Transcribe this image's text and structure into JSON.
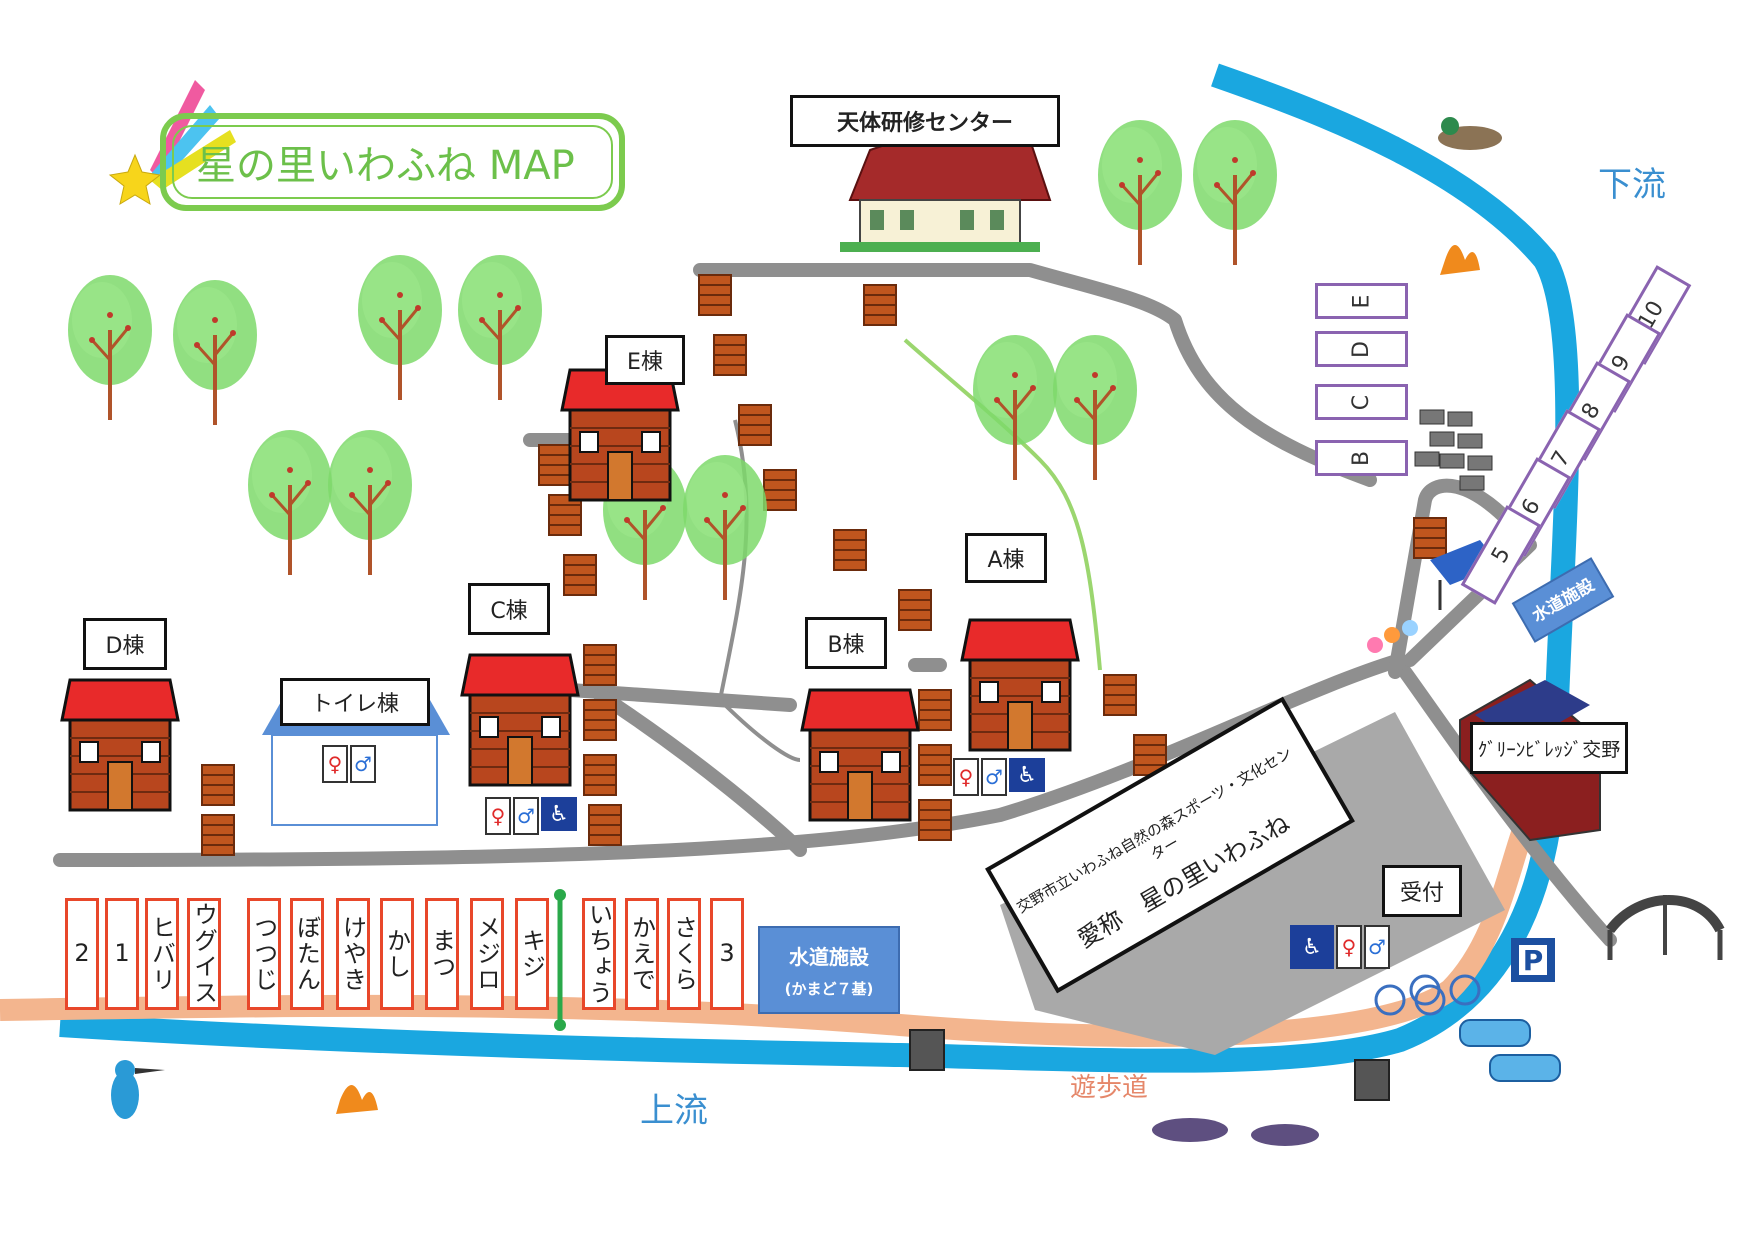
{
  "title": "星の里いわふね MAP",
  "observatory": "天体研修センター",
  "river": {
    "downstream": "下流",
    "upstream": "上流"
  },
  "walkway": "遊歩道",
  "buildings": {
    "a": "A棟",
    "b": "B棟",
    "c": "C棟",
    "d": "D棟",
    "e": "E棟",
    "toilet": "トイレ棟"
  },
  "center": {
    "line1": "交野市立いわふね自然の森スポーツ・文化センター",
    "line2": "愛称　星の里いわふね"
  },
  "reception": "受付",
  "green_village": "ｸﾞﾘｰﾝﾋﾞﾚｯｼﾞ交野",
  "water_facility_small": "水道施設",
  "water_facility_main": {
    "name": "水道施設",
    "note": "(かまど７基)"
  },
  "sites_left": [
    "2",
    "1",
    "ヒバリ",
    "ウグイス",
    "つつじ",
    "ぼたん",
    "けやき",
    "かし",
    "まつ",
    "メジロ",
    "キジ"
  ],
  "sites_right": [
    "いちょう",
    "かえで",
    "さくら",
    "3"
  ],
  "sites_upper_col": [
    "E",
    "D",
    "C",
    "B"
  ],
  "sites_upper_diag": [
    "10",
    "9",
    "8",
    "7",
    "6",
    "5"
  ],
  "parking": "P",
  "colors": {
    "river": "#1aa7e0",
    "walkway": "#f3b58e",
    "road": "#8f8f8f",
    "plaza": "#a9a9a9",
    "title_green": "#6cc04a",
    "site_red": "#e8472a",
    "site_purple": "#8a63b0"
  }
}
